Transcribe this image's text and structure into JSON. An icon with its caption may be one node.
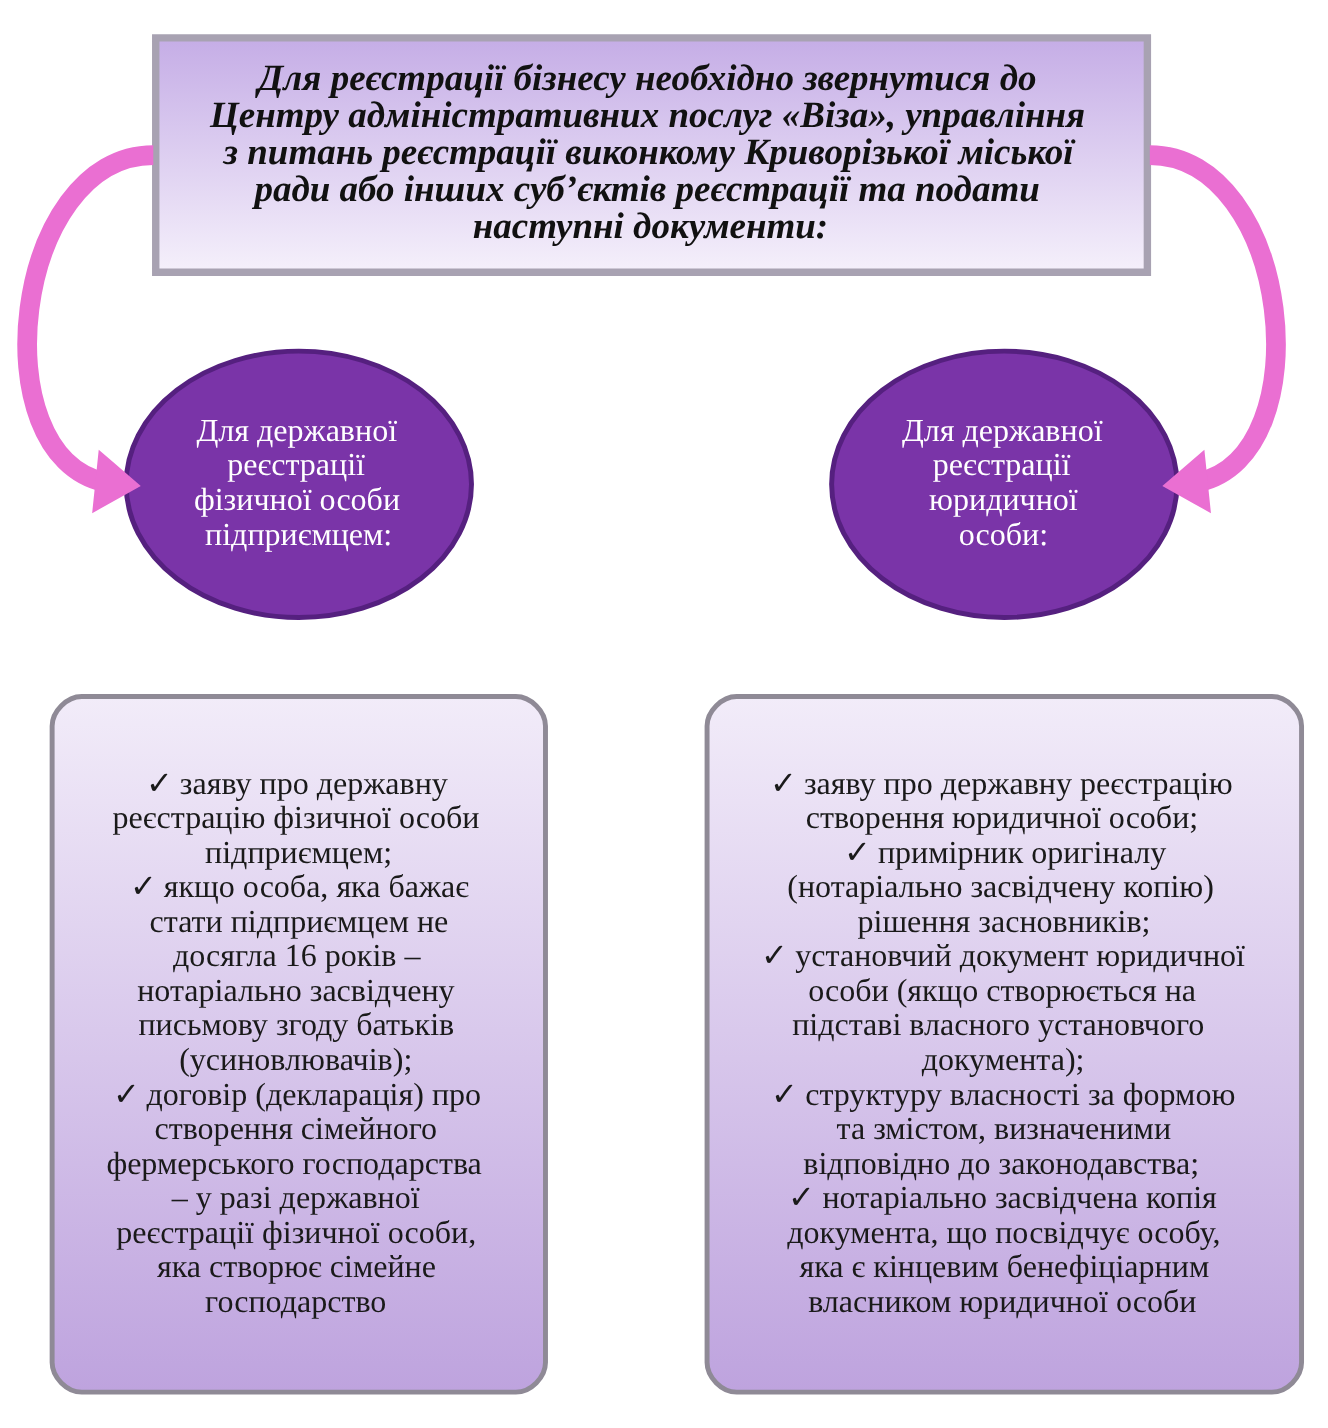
{
  "diagram": {
    "nodes": [
      {
        "text": [
          "Для реєстрації бізнесу необхідно звернутися до Центру адміністративних послуг «Віза», управління з питань реєстрації виконкому Криворізької міської ради або інших суб’єктів реєстрації та подати наступні документи:"
        ]
      },
      {
        "text": [
          "Для державної реєстрації фізичної особи підприємцем:"
        ]
      },
      {
        "text": [
          "Для державної реєстрації юридичної особи:"
        ]
      },
      {
        "text": [
          "✓ заяву про державну реєстрацію фізичної особи підприємцем;",
          "✓ якщо особа, яка бажає стати підприємцем не досягла 16 років – нотаріально засвідчену письмову згоду батьків (усиновлювачів);",
          "✓ договір (декларація) про створення сімейного фермерського господарства – у разі державної реєстрації фізичної особи, яка створює сімейне господарство"
        ]
      },
      {
        "text": [
          "✓ заяву про державну реєстрацію створення юридичної особи;",
          "✓ примірник оригіналу (нотаріально засвідчену копію) рішення засновників;",
          "✓ установчий документ юридичної особи (якщо створюється на підставі власного установчого документа);",
          "✓ структуру власності за формою та змістом, визначеними відповідно до законодавства;",
          "✓ нотаріально засвідчена копія документа, що посвідчує особу, яка є кінцевим бенефіціарним власником юридичної особи"
        ]
      }
    ],
    "edges": [
      {
        "from": 0,
        "to": 1,
        "arrow": "to"
      },
      {
        "from": 0,
        "to": 2,
        "arrow": "to"
      }
    ]
  }
}
